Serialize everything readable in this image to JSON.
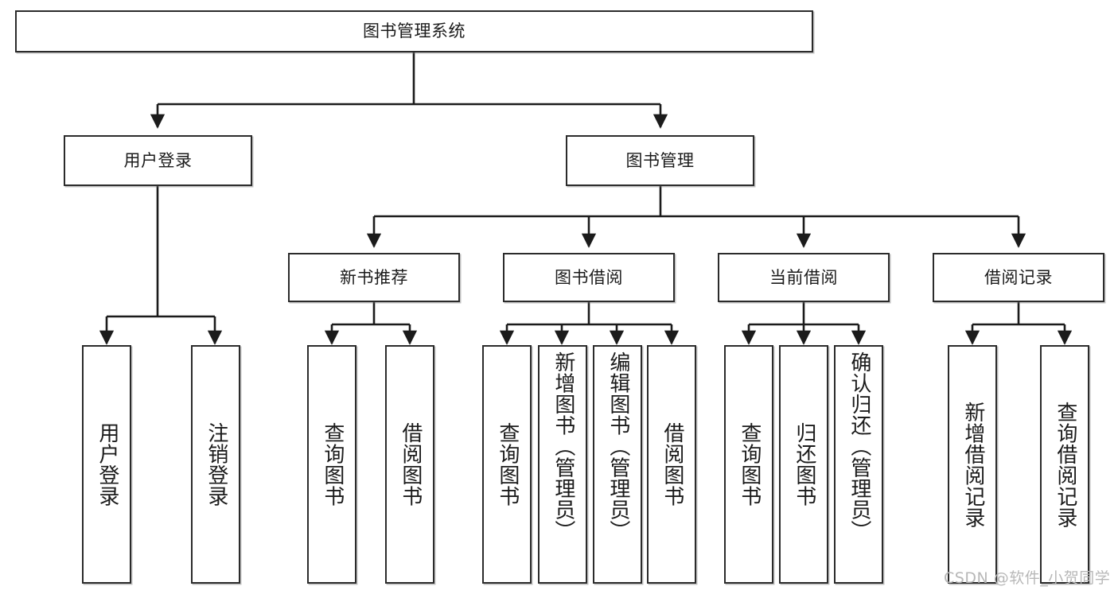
{
  "diagram": {
    "title": "图书管理系统",
    "type": "tree-hierarchy-diagram",
    "colors": {
      "box_border": "#2b2b2b",
      "box_fill": "#ffffff",
      "edge": "#1b1b1b",
      "watermark": "#b8b8b8",
      "background": "#ffffff"
    },
    "root": {
      "id": "root",
      "label": "图书管理系统"
    },
    "level2": [
      {
        "id": "login",
        "label": "用户登录"
      },
      {
        "id": "bookmgmt",
        "label": "图书管理"
      }
    ],
    "level3": [
      {
        "id": "newbook",
        "label": "新书推荐"
      },
      {
        "id": "borrow",
        "label": "图书借阅"
      },
      {
        "id": "current",
        "label": "当前借阅"
      },
      {
        "id": "records",
        "label": "借阅记录"
      }
    ],
    "leaves": [
      {
        "id": "leaf-user-login",
        "label": "用户登录",
        "parent": "login"
      },
      {
        "id": "leaf-user-logout",
        "label": "注销登录",
        "parent": "login"
      },
      {
        "id": "leaf-query-book-1",
        "label": "查询图书",
        "parent": "newbook"
      },
      {
        "id": "leaf-borrow-book-1",
        "label": "借阅图书",
        "parent": "newbook"
      },
      {
        "id": "leaf-query-book-2",
        "label": "查询图书",
        "parent": "borrow"
      },
      {
        "id": "leaf-add-book",
        "label": "新增图书（管理员）",
        "parent": "borrow"
      },
      {
        "id": "leaf-edit-book",
        "label": "编辑图书（管理员）",
        "parent": "borrow"
      },
      {
        "id": "leaf-borrow-book-2",
        "label": "借阅图书",
        "parent": "borrow"
      },
      {
        "id": "leaf-query-book-3",
        "label": "查询图书",
        "parent": "current"
      },
      {
        "id": "leaf-return-book",
        "label": "归还图书",
        "parent": "current"
      },
      {
        "id": "leaf-confirm-return",
        "label": "确认归还（管理员）",
        "parent": "current"
      },
      {
        "id": "leaf-add-record",
        "label": "新增借阅记录",
        "parent": "records"
      },
      {
        "id": "leaf-query-record",
        "label": "查询借阅记录",
        "parent": "records"
      }
    ],
    "watermark": "CSDN @软件_小贺同学"
  }
}
